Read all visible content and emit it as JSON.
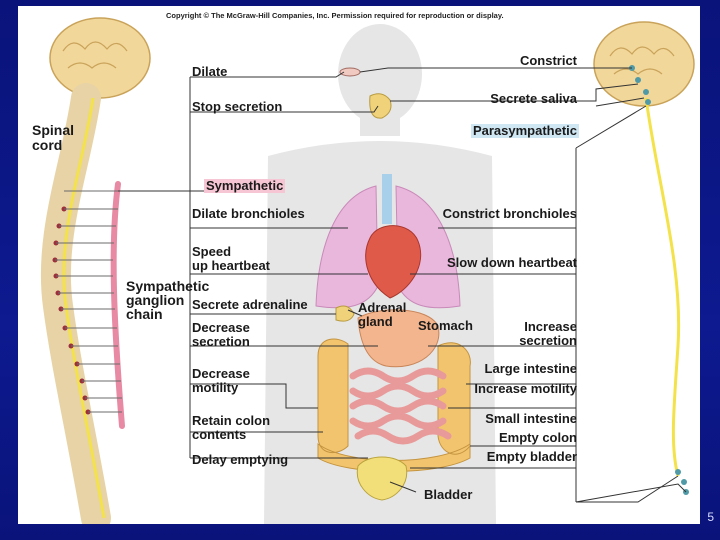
{
  "copyright": "Copyright © The McGraw-Hill Companies, Inc. Permission required for reproduction or display.",
  "slide_number": "5",
  "labels": {
    "spinal_cord": "Spinal\ncord",
    "sympathetic_chain": "Sympathetic\nganglion\nchain",
    "sympathetic": "Sympathetic",
    "parasympathetic": "Parasympathetic",
    "dilate": "Dilate",
    "stop_secretion": "Stop secretion",
    "dilate_bronchioles": "Dilate bronchioles",
    "speed_up_heartbeat": "Speed\nup heartbeat",
    "secrete_adrenaline": "Secrete adrenaline",
    "decrease_secretion": "Decrease\nsecretion",
    "decrease_motility": "Decrease\nmotility",
    "retain_colon": "Retain colon\ncontents",
    "delay_emptying": "Delay emptying",
    "constrict": "Constrict",
    "secrete_saliva": "Secrete saliva",
    "constrict_bronchioles": "Constrict bronchioles",
    "slow_down_heartbeat": "Slow down heartbeat",
    "adrenal_gland": "Adrenal\ngland",
    "stomach": "Stomach",
    "increase_secretion": "Increase\nsecretion",
    "large_intestine": "Large intestine",
    "increase_motility": "Increase motility",
    "small_intestine": "Small intestine",
    "empty_colon": "Empty colon",
    "empty_bladder": "Empty bladder",
    "bladder": "Bladder"
  },
  "colors": {
    "background": "#0b1580",
    "sympathetic_highlight": "#f7c6d4",
    "parasympathetic_highlight": "#cfe6f3",
    "nerve": "#f3e24a",
    "chain": "#e88aa3",
    "body_silhouette": "#e6e6e6"
  }
}
